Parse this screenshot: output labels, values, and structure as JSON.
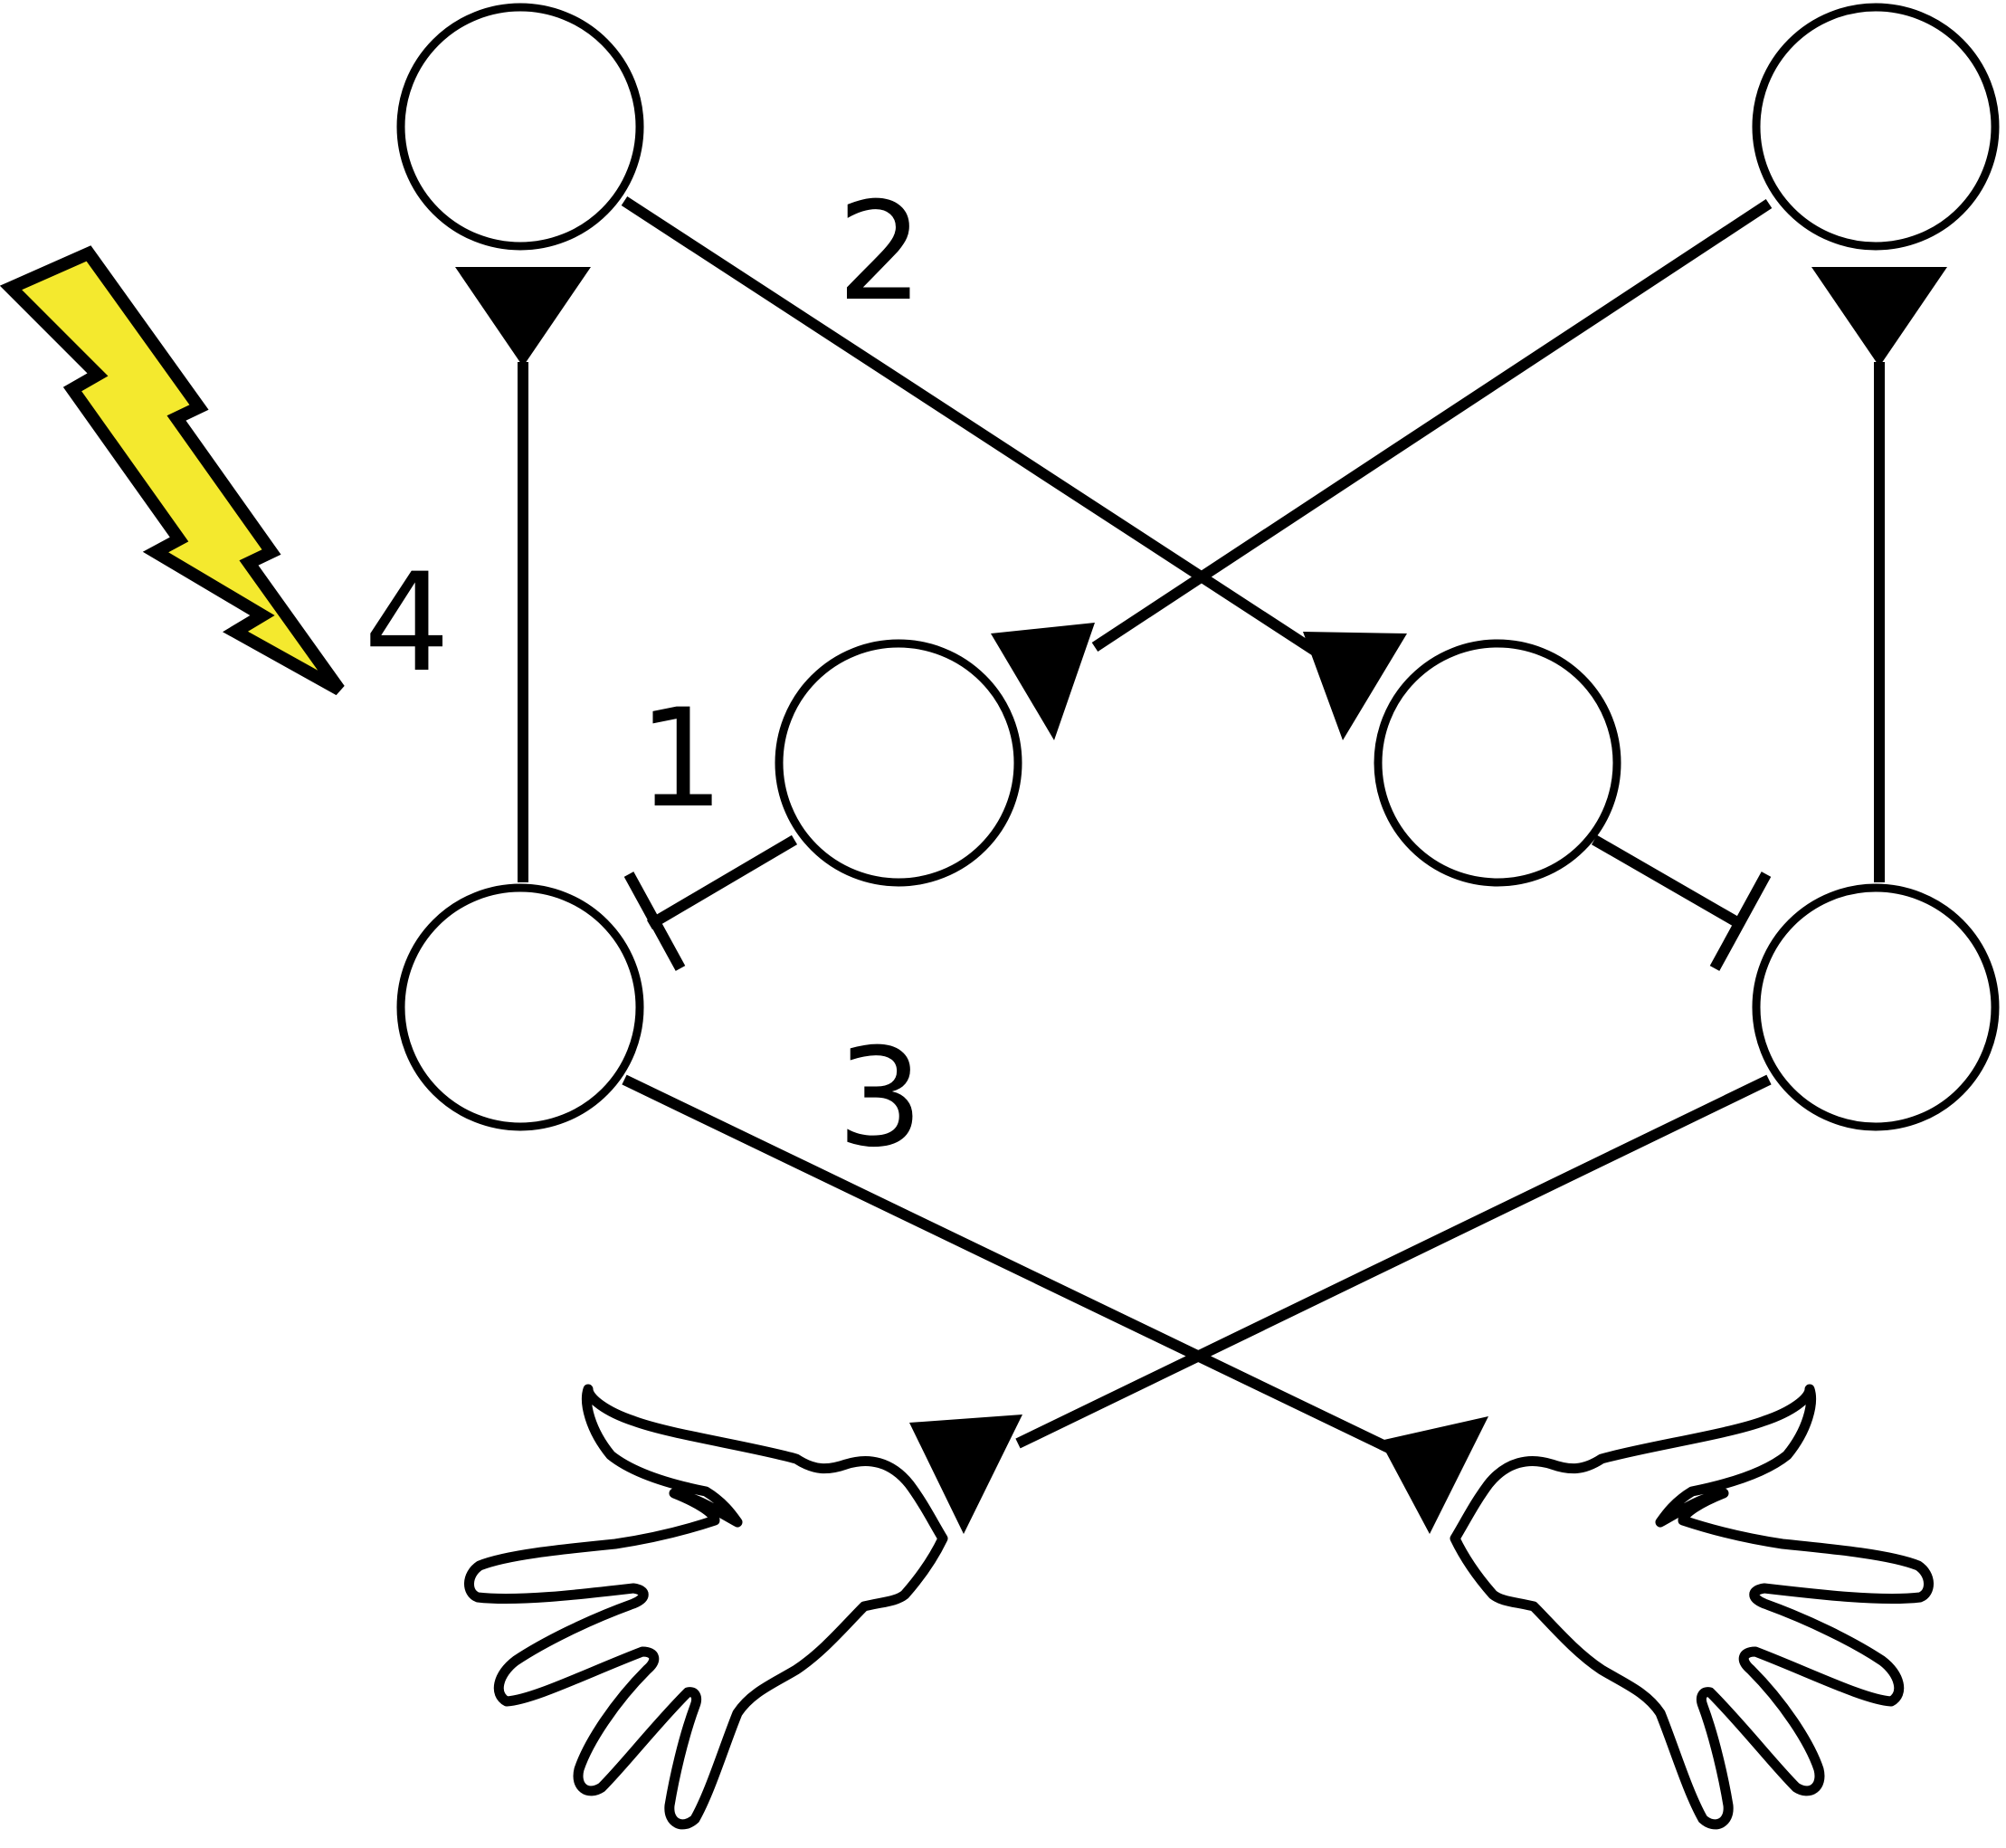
{
  "diagram": {
    "labels": {
      "one": "1",
      "two": "2",
      "three": "3",
      "four": "4"
    },
    "icons": {
      "stimulus": "lightning-bolt-icon",
      "outputs": "open-hand-icon"
    },
    "colors": {
      "stroke": "#000000",
      "node_fill": "#ffffff",
      "bolt_fill": "#f4e92e"
    }
  }
}
